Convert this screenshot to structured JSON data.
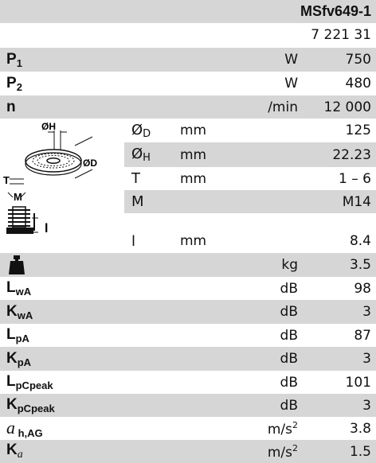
{
  "header": {
    "model": "MSfv649-1",
    "article_number": "7 221 31"
  },
  "rows_top": [
    {
      "param": "P",
      "sub": "1",
      "unit": "W",
      "value": "750"
    },
    {
      "param": "P",
      "sub": "2",
      "unit": "W",
      "value": "480"
    },
    {
      "param": "n",
      "sub": "",
      "unit": "/min",
      "value": "12 000"
    }
  ],
  "disc": {
    "fig_labels": {
      "h": "ØH",
      "d": "ØD",
      "t": "T"
    },
    "rows": [
      {
        "sym": "Ø",
        "sub": "D",
        "unit": "mm",
        "value": "125"
      },
      {
        "sym": "Ø",
        "sub": "H",
        "unit": "mm",
        "value": "22.23"
      },
      {
        "sym": "T",
        "sub": "",
        "unit": "mm",
        "value": "1 – 6"
      }
    ]
  },
  "spindle": {
    "fig_labels": {
      "m": "M",
      "l": "l"
    },
    "rows": [
      {
        "sym": "M",
        "unit": "",
        "value": "M14"
      },
      {
        "sym": "l",
        "unit": "mm",
        "value": "8.4"
      }
    ]
  },
  "weight": {
    "icon": "weight-icon",
    "unit": "kg",
    "value": "3.5"
  },
  "noise_rows": [
    {
      "param": "L",
      "sub": "wA",
      "unit": "dB",
      "value": "98"
    },
    {
      "param": "K",
      "sub": "wA",
      "unit": "dB",
      "value": "3"
    },
    {
      "param": "L",
      "sub": "pA",
      "unit": "dB",
      "value": "87"
    },
    {
      "param": "K",
      "sub": "pA",
      "unit": "dB",
      "value": "3"
    },
    {
      "param": "L",
      "sub": "pCpeak",
      "unit": "dB",
      "value": "101"
    },
    {
      "param": "K",
      "sub": "pCpeak",
      "unit": "dB",
      "value": "3"
    }
  ],
  "vibration_rows": [
    {
      "param": "a",
      "sub": " h,AG",
      "unit": "m/s",
      "sup": "2",
      "value": "3.8"
    },
    {
      "param": "K",
      "sub_italic": "a",
      "unit": "m/s",
      "sup": "2",
      "value": "1.5"
    }
  ],
  "colors": {
    "shade": "#d6d6d6",
    "text": "#111111"
  }
}
